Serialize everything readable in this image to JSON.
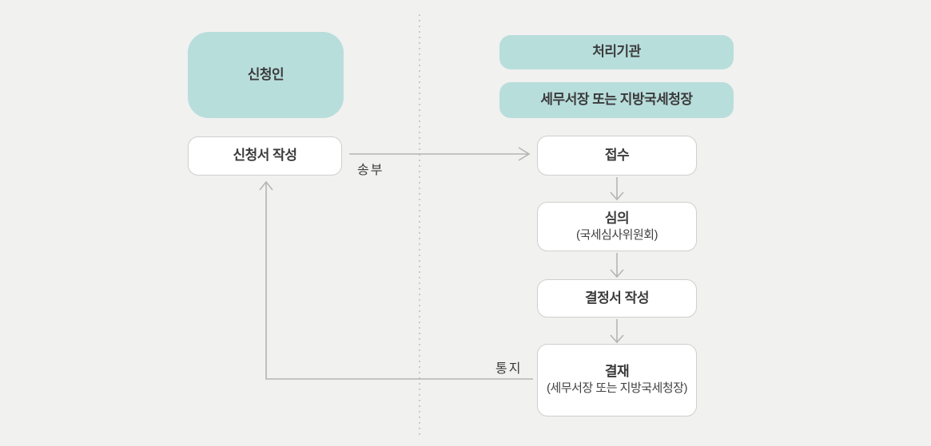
{
  "diagram": {
    "applicant": {
      "label": "신청인"
    },
    "applicant_step": {
      "label": "신청서 작성"
    },
    "agency": {
      "label": "처리기관"
    },
    "agency_head": {
      "label": "세무서장 또는 지방국세청장"
    },
    "steps": [
      {
        "title": "접수"
      },
      {
        "title": "심의",
        "subtitle": "(국세심사위원회)"
      },
      {
        "title": "결정서 작성"
      },
      {
        "title": "결재",
        "subtitle": "(세무서장 또는 지방국세청장)"
      }
    ],
    "edge_labels": {
      "send": "송부",
      "notify": "통지"
    },
    "colors": {
      "background": "#f1f1f0",
      "teal_box": "#b8dedc",
      "white_box": "#ffffff",
      "box_border": "#cfcfce",
      "connector": "#b5b5b4",
      "text": "#3b3b3b"
    }
  }
}
